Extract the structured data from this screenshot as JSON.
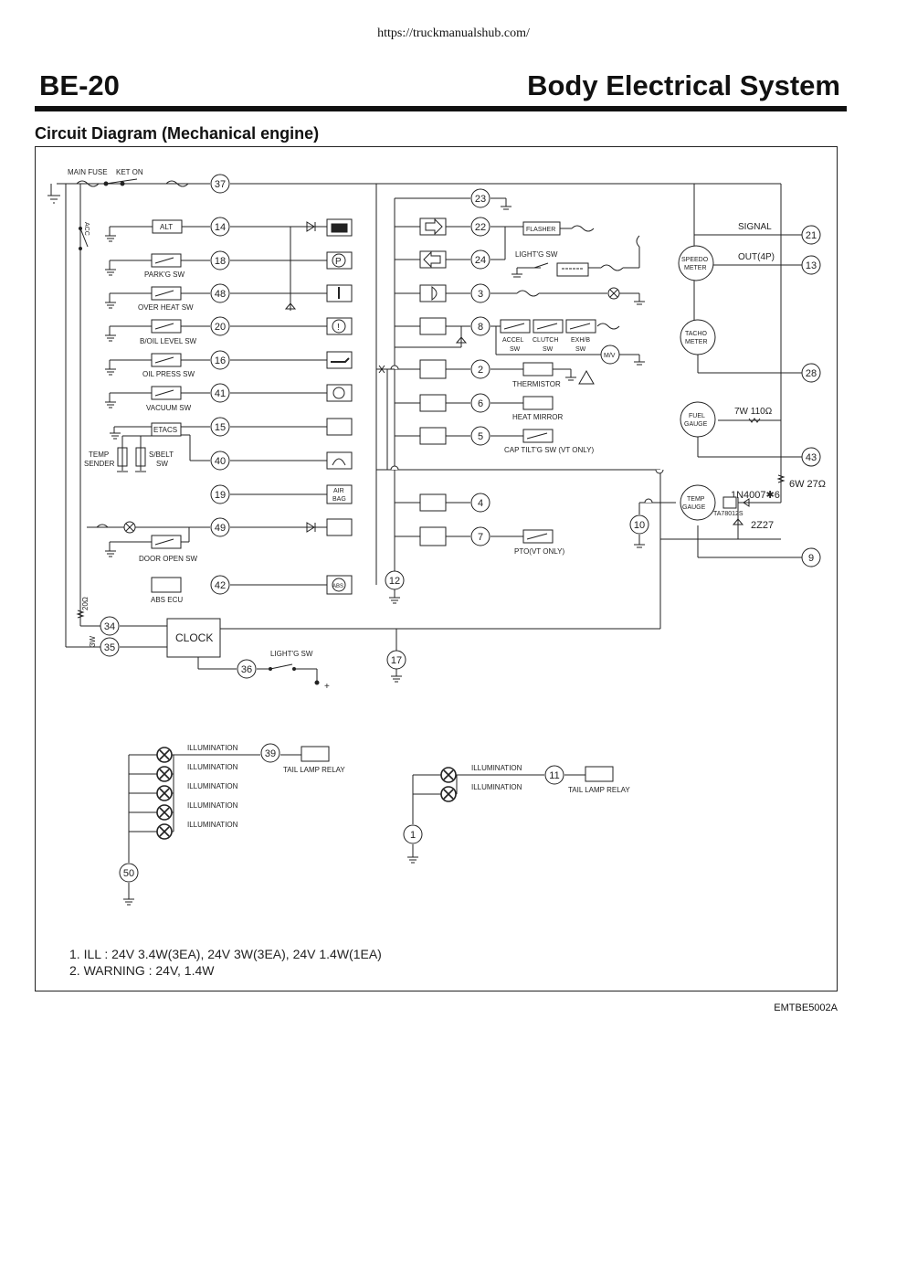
{
  "source_url": "https://truckmanualshub.com/",
  "header": {
    "page_code": "BE-20",
    "title": "Body Electrical System"
  },
  "section_title": "Circuit Diagram (Mechanical engine)",
  "figure_code": "EMTBE5002A",
  "notes": [
    "1.  ILL : 24V 3.4W(3EA), 24V 3W(3EA), 24V 1.4W(1EA)",
    "2.  WARNING : 24V, 1.4W"
  ],
  "labels": {
    "main_fuse": "MAIN FUSE",
    "ket_on": "KET ON",
    "acc": "ACC",
    "alt": "ALT",
    "parkg_sw": "PARK'G SW",
    "over_heat_sw": "OVER HEAT SW",
    "b_oil_level_sw": "B/OIL LEVEL SW",
    "oil_press_sw": "OIL PRESS SW",
    "vacuum_sw": "VACUUM SW",
    "etacs": "ETACS",
    "temp_sender": "TEMP\nSENDER",
    "s_belt_sw": "S/BELT\nSW",
    "door_open_sw": "DOOR OPEN SW",
    "abs_ecu": "ABS ECU",
    "air_bag": "AIR\nBAG",
    "flasher": "FLASHER",
    "lightg_sw": "LIGHT'G SW",
    "accel_sw": "ACCEL\nSW",
    "clutch_sw": "CLUTCH\nSW",
    "exhb_sw": "EXH/B\nSW",
    "mv": "M/V",
    "thermistor": "THERMISTOR",
    "heat_mirror": "HEAT MIRROR",
    "cap_tilt_sw": "CAP TILT'G SW (VT ONLY)",
    "pto": "PTO(VT ONLY)",
    "signal": "SIGNAL",
    "out_4p": "OUT(4P)",
    "speedo_meter": "SPEEDO\nMETER",
    "tacho_meter": "TACHO\nMETER",
    "fuel_gauge": "FUEL\nGAUGE",
    "temp_gauge": "TEMP\nGAUGE",
    "res_7w": "7W  110Ω",
    "res_6w": "6W 27Ω",
    "diode_1n4007": "1N4007✱6",
    "ta78012s": "TA78012S",
    "zener_2z27": "2Z27",
    "res_20": "20Ω",
    "res_3w": "3W",
    "clock": "CLOCK",
    "illumination": "ILLUMINATION",
    "tail_lamp_relay": "TAIL LAMP RELAY",
    "plus": "+",
    "abs": "ABS",
    "p": "P",
    "excl": "!"
  },
  "terminals": [
    "37",
    "14",
    "18",
    "48",
    "20",
    "16",
    "41",
    "15",
    "40",
    "19",
    "49",
    "42",
    "23",
    "22",
    "24",
    "3",
    "8",
    "2",
    "6",
    "5",
    "4",
    "7",
    "12",
    "34",
    "35",
    "36",
    "17",
    "21",
    "13",
    "28",
    "43",
    "10",
    "9",
    "39",
    "11",
    "1",
    "50"
  ]
}
